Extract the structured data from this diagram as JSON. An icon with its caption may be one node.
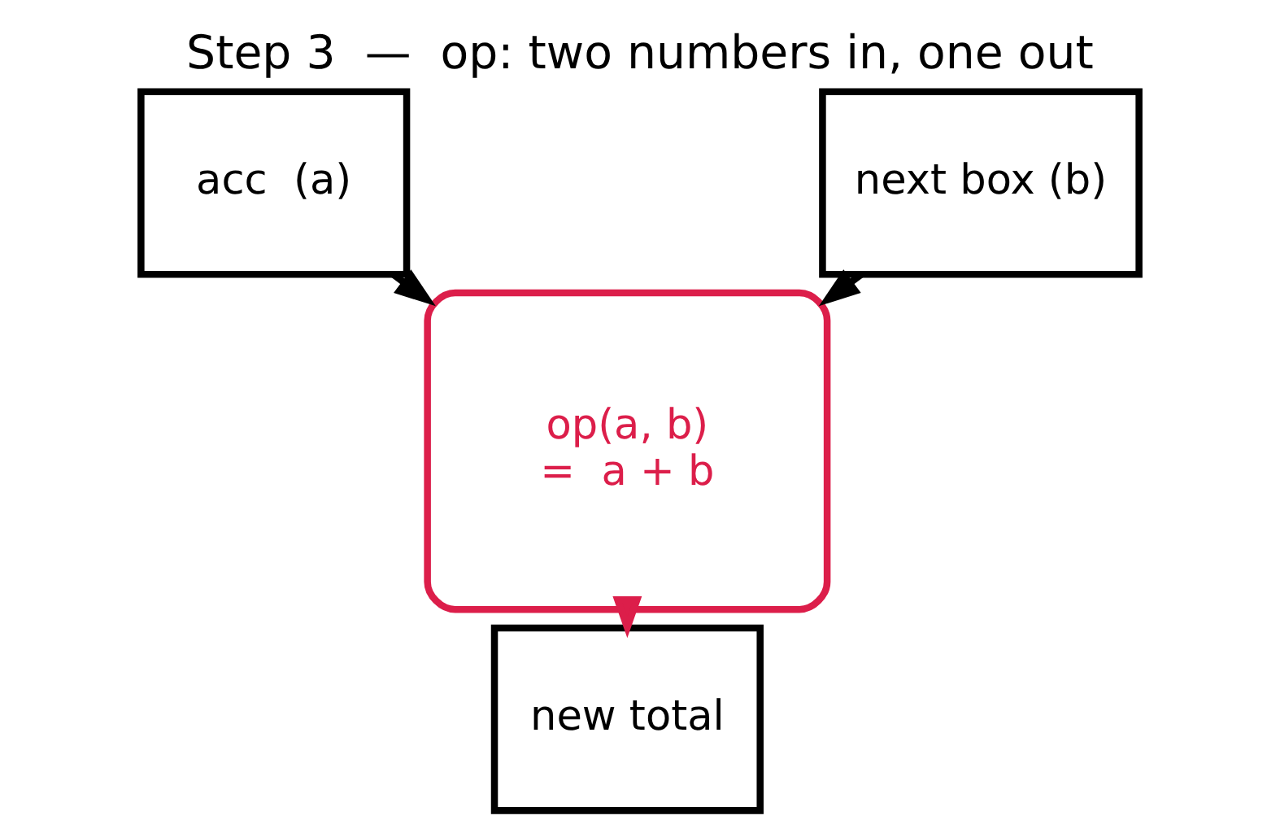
{
  "diagram": {
    "title": "Step 3  —  op: two numbers in, one out",
    "nodes": [
      {
        "text": [
          "acc  (a)"
        ]
      },
      {
        "text": [
          "next box (b)"
        ]
      },
      {
        "text": [
          "op(a, b)",
          "=  a + b"
        ]
      },
      {
        "text": [
          "new total"
        ]
      }
    ],
    "edges": [
      {
        "from": 0,
        "to": 2,
        "arrow": "to"
      },
      {
        "from": 1,
        "to": 2,
        "arrow": "to"
      },
      {
        "from": 2,
        "to": 3,
        "arrow": "to",
        "color": "#dc1e4a"
      }
    ]
  }
}
